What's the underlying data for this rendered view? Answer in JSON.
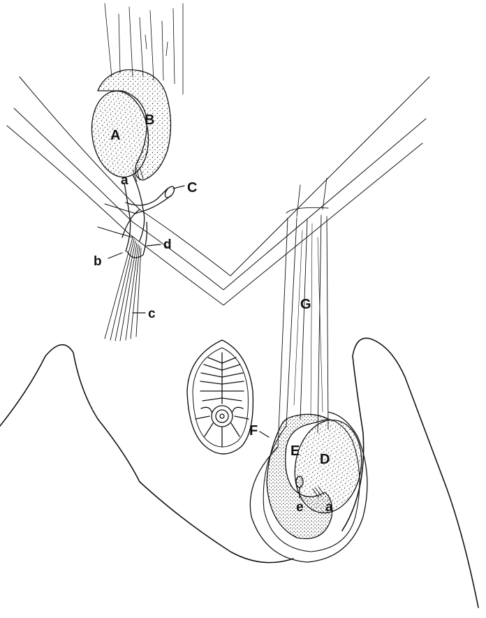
{
  "figure": {
    "labels": {
      "A": "A",
      "B": "B",
      "C": "C",
      "D": "D",
      "E": "E",
      "F": "F",
      "G": "G",
      "a_upper": "a",
      "a_lower": "a",
      "b": "b",
      "c": "c",
      "d": "d",
      "e": "e"
    }
  }
}
